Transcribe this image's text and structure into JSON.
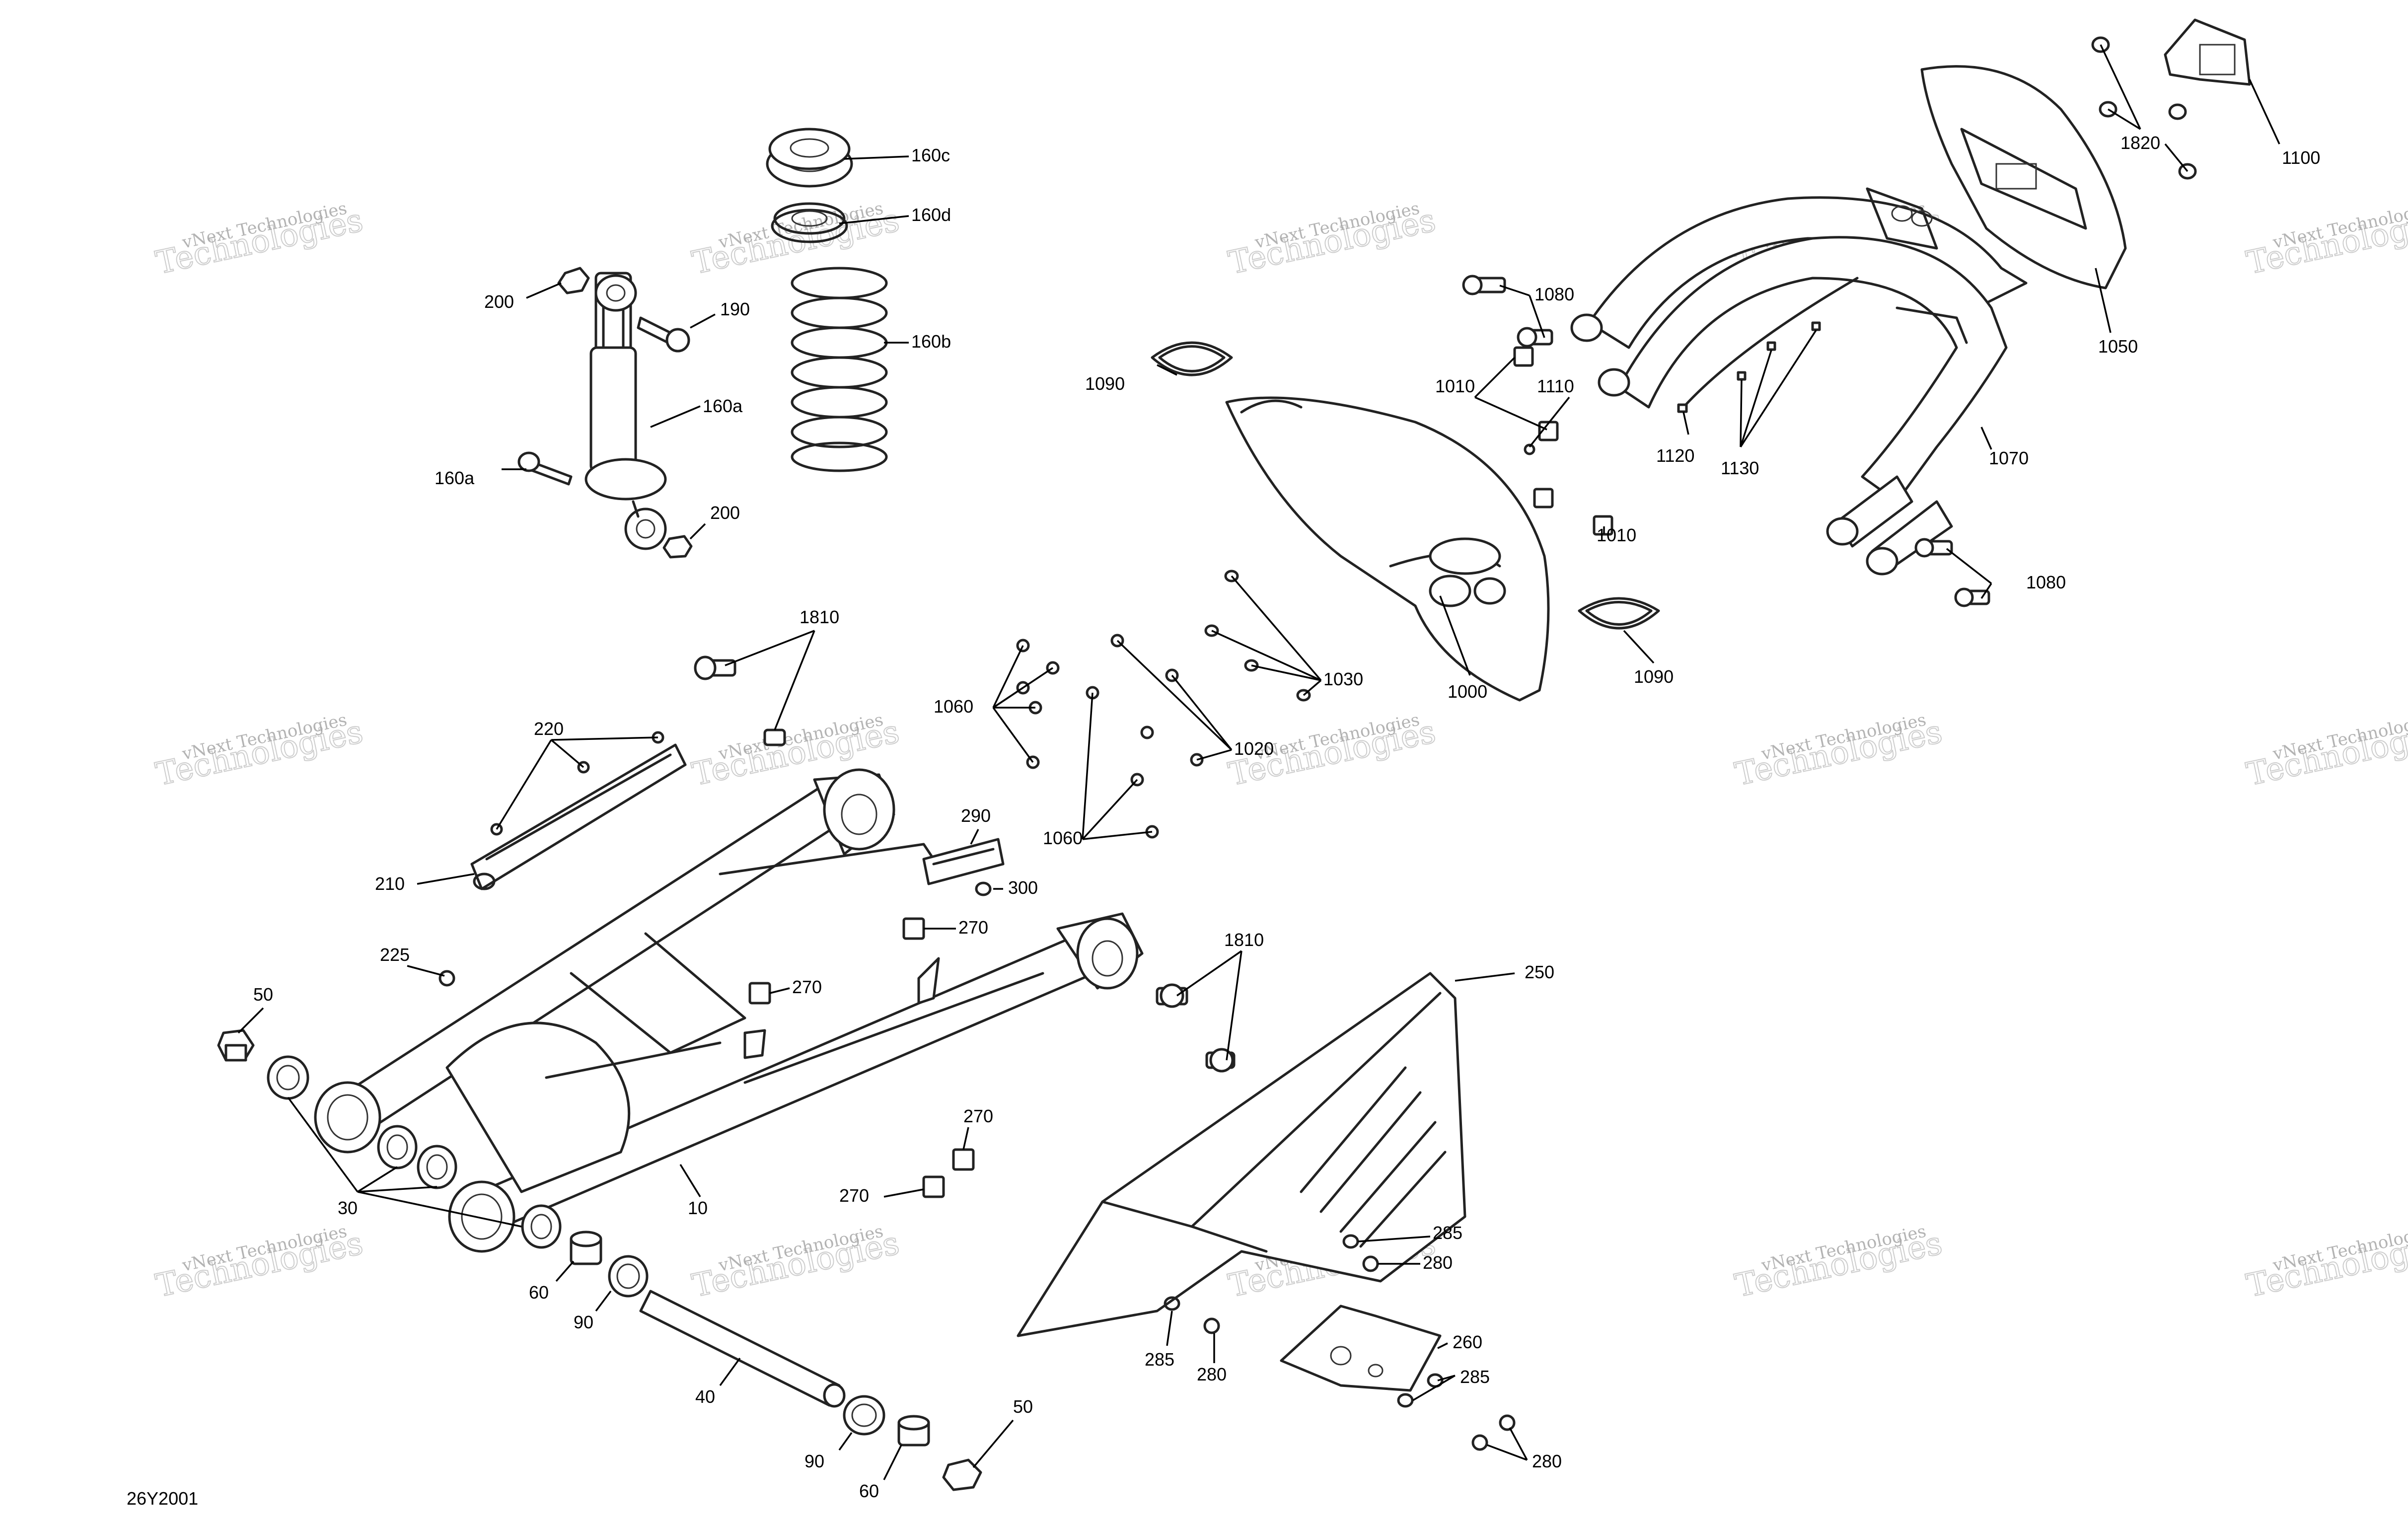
{
  "diagram": {
    "diagram_code": "26Y2001",
    "watermark": {
      "line1": "vNext Technologies",
      "line2": "Technologies"
    },
    "callouts": {
      "c160c": "160c",
      "c160d": "160d",
      "c160b": "160b",
      "c160a": "160a",
      "c160a_bolt": "160a",
      "c200_top": "200",
      "c190": "190",
      "c200_bottom": "200",
      "c1810_top": "1810",
      "c220": "220",
      "c210": "210",
      "c225": "225",
      "c50_left": "50",
      "c30": "30",
      "c10": "10",
      "c60_mid": "60",
      "c90_mid": "90",
      "c40": "40",
      "c90_bottom": "90",
      "c60_bottom": "60",
      "c50_bottom": "50",
      "c290": "290",
      "c300": "300",
      "c270_a": "270",
      "c270_b": "270",
      "c270_c": "270",
      "c270_d": "270",
      "c1060_top": "1060",
      "c1060_bottom": "1060",
      "c1020": "1020",
      "c1030": "1030",
      "c1000": "1000",
      "c1090_left": "1090",
      "c1090_right": "1090",
      "c1010_left": "1010",
      "c1010_right": "1010",
      "c1110": "1110",
      "c1120": "1120",
      "c1130": "1130",
      "c1080_top": "1080",
      "c1080_right": "1080",
      "c1070": "1070",
      "c1050": "1050",
      "c1820": "1820",
      "c1100": "1100",
      "c1810_mid": "1810",
      "c250": "250",
      "c285_a": "285",
      "c280_a": "280",
      "c285_b": "285",
      "c280_b": "280",
      "c260": "260",
      "c285_c": "285",
      "c280_c": "280"
    }
  }
}
